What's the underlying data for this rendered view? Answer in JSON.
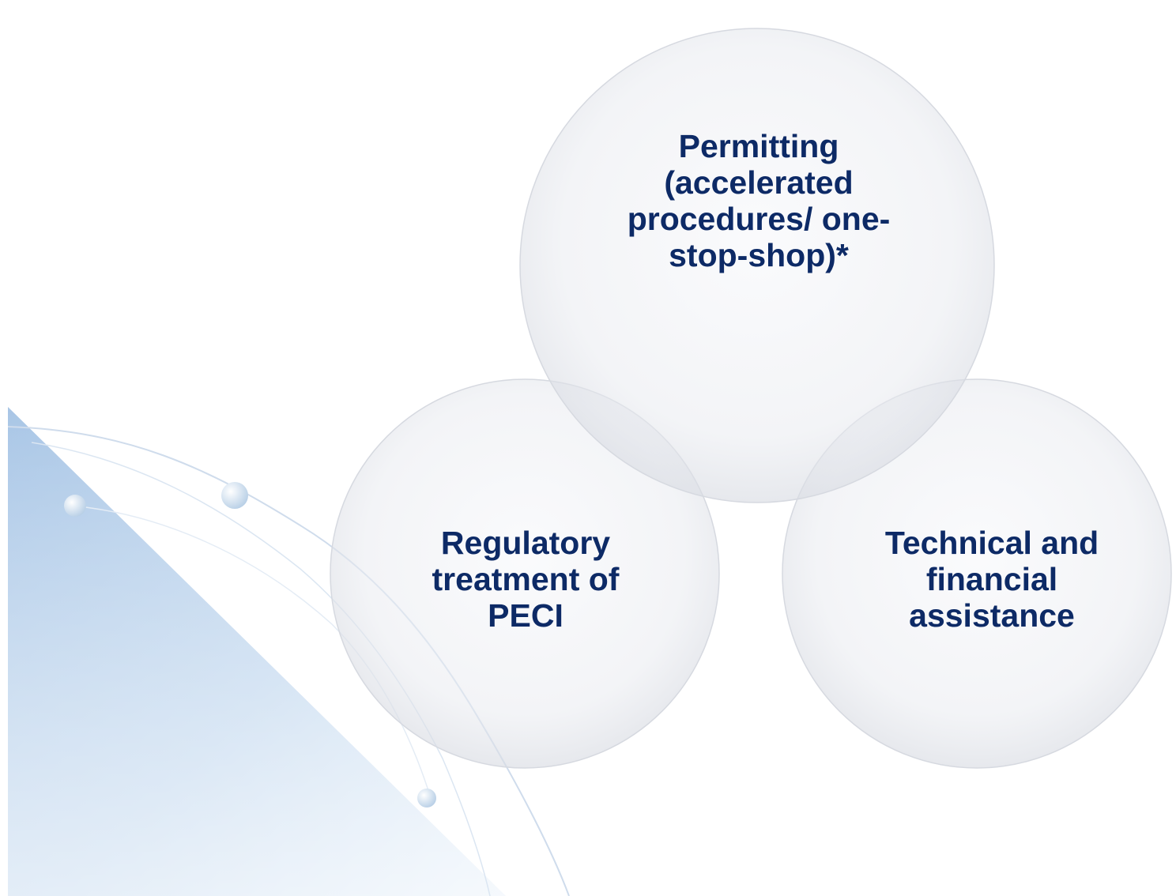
{
  "diagram": {
    "type": "venn",
    "circles": [
      {
        "id": "top",
        "label": "Permitting\n(accelerated\nprocedures/ one-\nstop-shop)*"
      },
      {
        "id": "left",
        "label": "Regulatory\ntreatment of\nPECI"
      },
      {
        "id": "right",
        "label": "Technical and\nfinancial\nassistance"
      }
    ]
  },
  "colors": {
    "label_text": "#0d2a66",
    "background_accent": "#a9c6e6",
    "circle_fill": "#eef0f5",
    "circle_stroke": "#d6d9e0"
  }
}
